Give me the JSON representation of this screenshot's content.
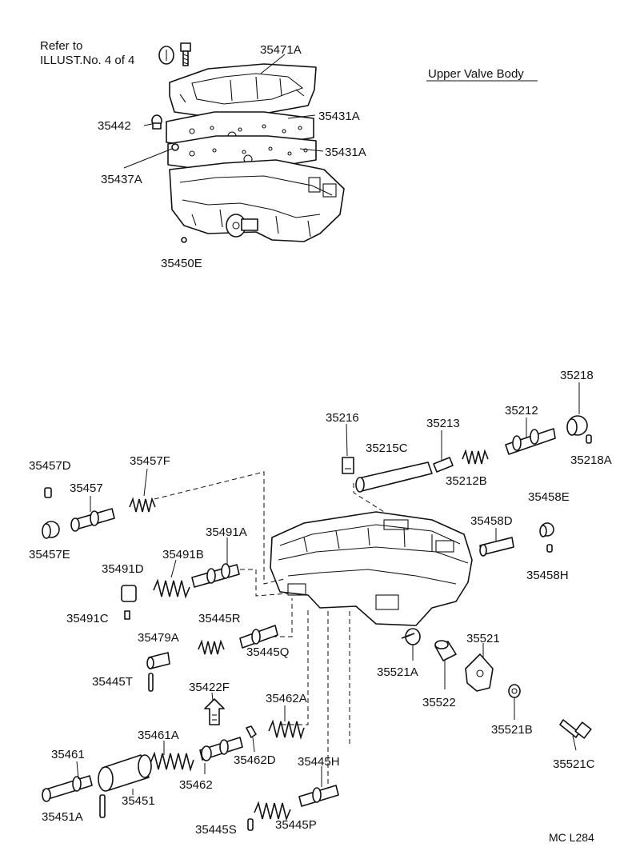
{
  "header": {
    "refer_line1": "Refer to",
    "refer_line2": "ILLUST.No. 4 of 4",
    "title": "Upper Valve Body",
    "code": "MC  L284"
  },
  "labels": {
    "p35471A": "35471A",
    "p35442": "35442",
    "p35431A_1": "35431A",
    "p35431A_2": "35431A",
    "p35437A": "35437A",
    "p35450E": "35450E",
    "p35218": "35218",
    "p35216": "35216",
    "p35213": "35213",
    "p35212": "35212",
    "p35215C": "35215C",
    "p35218A": "35218A",
    "p35212B": "35212B",
    "p35457D": "35457D",
    "p35457F": "35457F",
    "p35457": "35457",
    "p35457E": "35457E",
    "p35458E": "35458E",
    "p35458D": "35458D",
    "p35458H": "35458H",
    "p35491A": "35491A",
    "p35491B": "35491B",
    "p35491D": "35491D",
    "p35491C": "35491C",
    "p35445R": "35445R",
    "p35445Q": "35445Q",
    "p35479A": "35479A",
    "p35445T": "35445T",
    "p35422F": "35422F",
    "p35521": "35521",
    "p35521A": "35521A",
    "p35522": "35522",
    "p35521B": "35521B",
    "p35521C": "35521C",
    "p35462A": "35462A",
    "p35461A": "35461A",
    "p35461": "35461",
    "p35462D": "35462D",
    "p35462": "35462",
    "p35451": "35451",
    "p35445H": "35445H",
    "p35451A": "35451A",
    "p35445S": "35445S",
    "p35445P": "35445P"
  }
}
